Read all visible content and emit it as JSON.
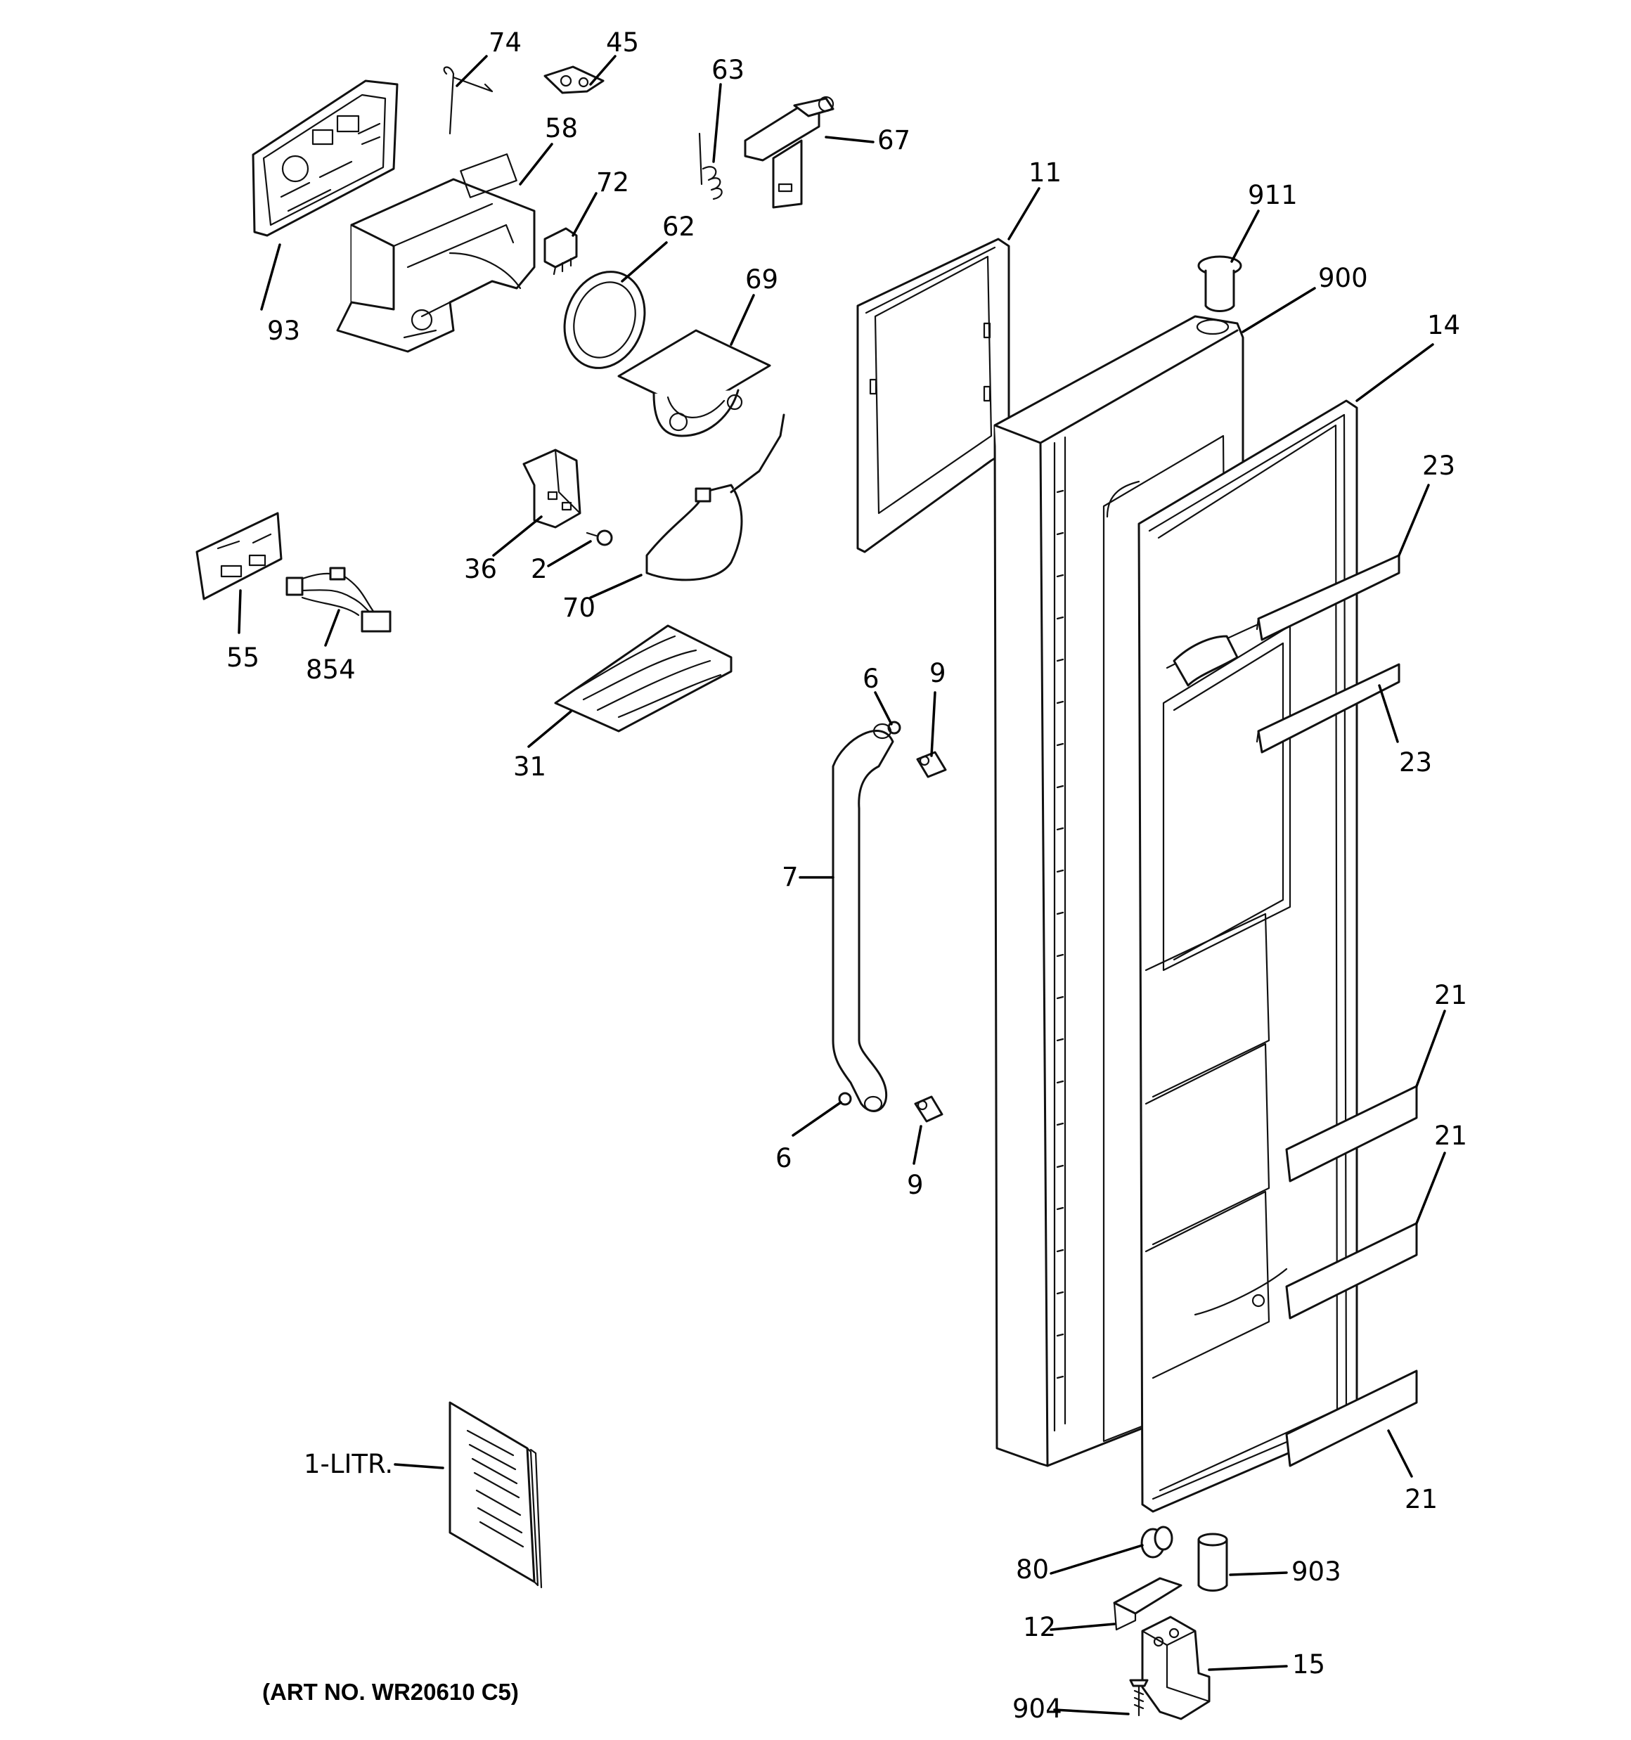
{
  "diagram": {
    "art_number": "(ART NO. WR20610 C5)",
    "callouts": {
      "c74": "74",
      "c45": "45",
      "c63": "63",
      "c67": "67",
      "c58": "58",
      "c72": "72",
      "c62": "62",
      "c93": "93",
      "c69": "69",
      "c11": "11",
      "c911": "911",
      "c900": "900",
      "c14": "14",
      "c23a": "23",
      "c23b": "23",
      "c36": "36",
      "c2": "2",
      "c70": "70",
      "c55": "55",
      "c854": "854",
      "c31": "31",
      "c6a": "6",
      "c9a": "9",
      "c7": "7",
      "c6b": "6",
      "c9b": "9",
      "c21a": "21",
      "c21b": "21",
      "c21c": "21",
      "c1litr": "1-LITR.",
      "c80": "80",
      "c903": "903",
      "c12": "12",
      "c15": "15",
      "c904": "904"
    }
  }
}
